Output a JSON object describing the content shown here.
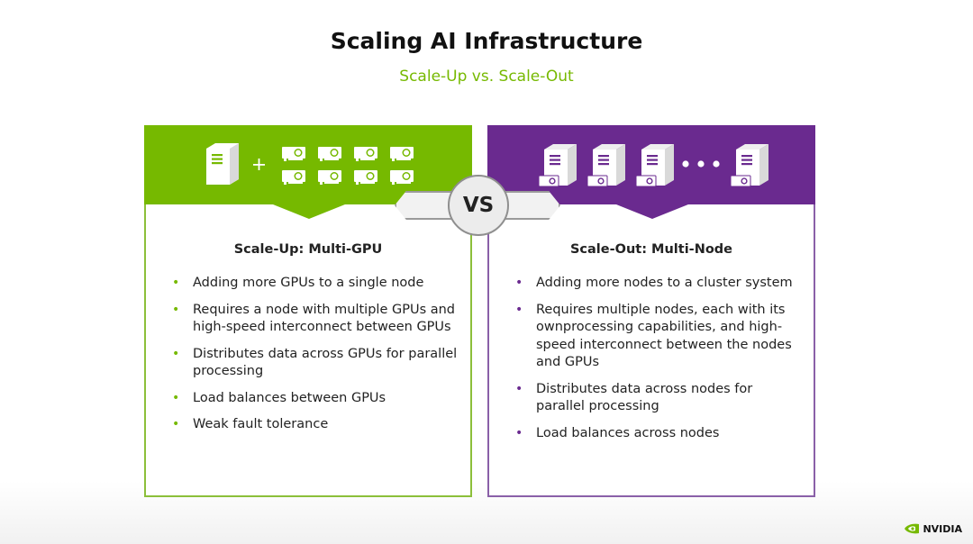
{
  "header": {
    "title": "Scaling AI Infrastructure",
    "subtitle": "Scale-Up vs. Scale-Out"
  },
  "colors": {
    "scale_up": "#76b900",
    "scale_out": "#6a2a8f"
  },
  "scale_up": {
    "title": "Scale-Up: Multi-GPU",
    "icons": [
      "server-icon",
      "plus-icon",
      "gpu-icon"
    ],
    "bullets": [
      "Adding more GPUs to a single node",
      "Requires a node with multiple GPUs and high-speed interconnect between GPUs",
      "Distributes data across GPUs for parallel processing",
      "Load balances between GPUs",
      "Weak fault tolerance"
    ]
  },
  "scale_out": {
    "title": "Scale-Out: Multi-Node",
    "icons": [
      "server-with-gpu-icon",
      "ellipsis-icon"
    ],
    "bullets": [
      "Adding more nodes to a cluster system",
      "Requires multiple nodes, each with its ownprocessing capabilities, and high-speed interconnect between the nodes and GPUs",
      "Distributes data across nodes for parallel processing",
      "Load balances across nodes"
    ]
  },
  "vs_label": "VS",
  "footer": {
    "logo_text": "NVIDIA"
  }
}
